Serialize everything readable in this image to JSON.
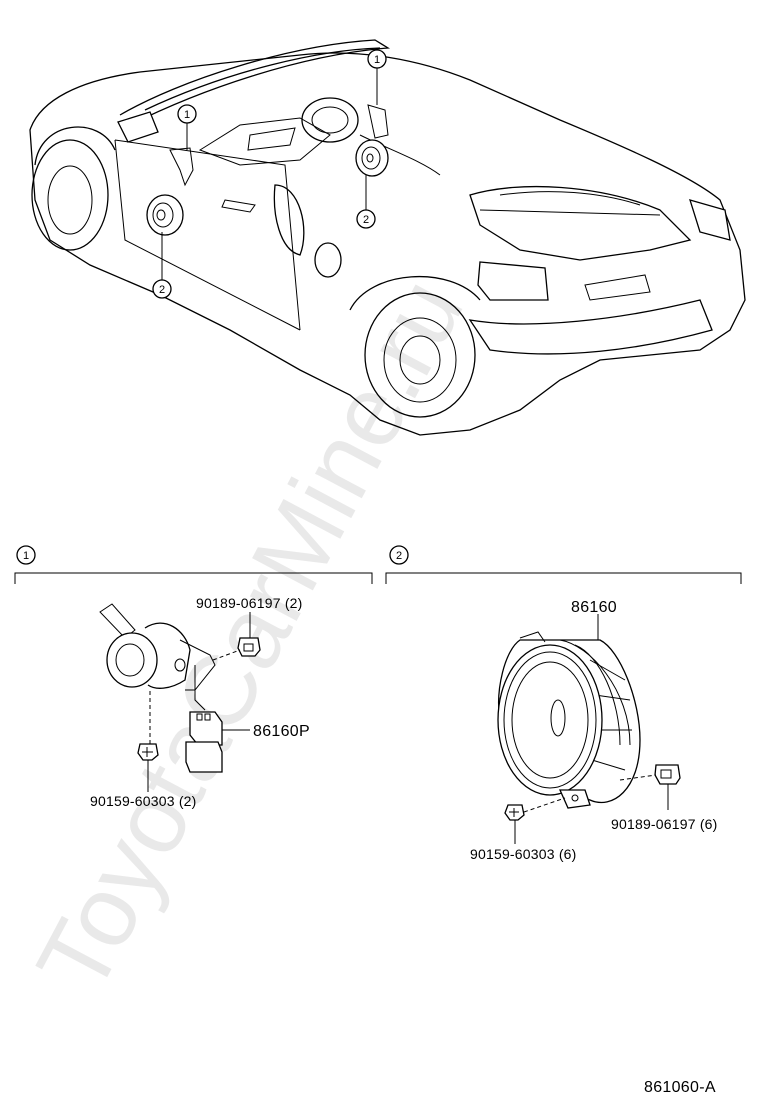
{
  "watermark": "ToyotaCarMine.ru",
  "callouts": {
    "group1": "1",
    "group2": "2"
  },
  "section1": {
    "marker": "1",
    "parts": {
      "tweeter": "86160P",
      "nut": "90189-06197 (2)",
      "screw": "90159-60303 (2)"
    }
  },
  "section2": {
    "marker": "2",
    "parts": {
      "speaker": "86160",
      "nut": "90189-06197 (6)",
      "screw": "90159-60303 (6)"
    }
  },
  "figure_code": "861060-A"
}
